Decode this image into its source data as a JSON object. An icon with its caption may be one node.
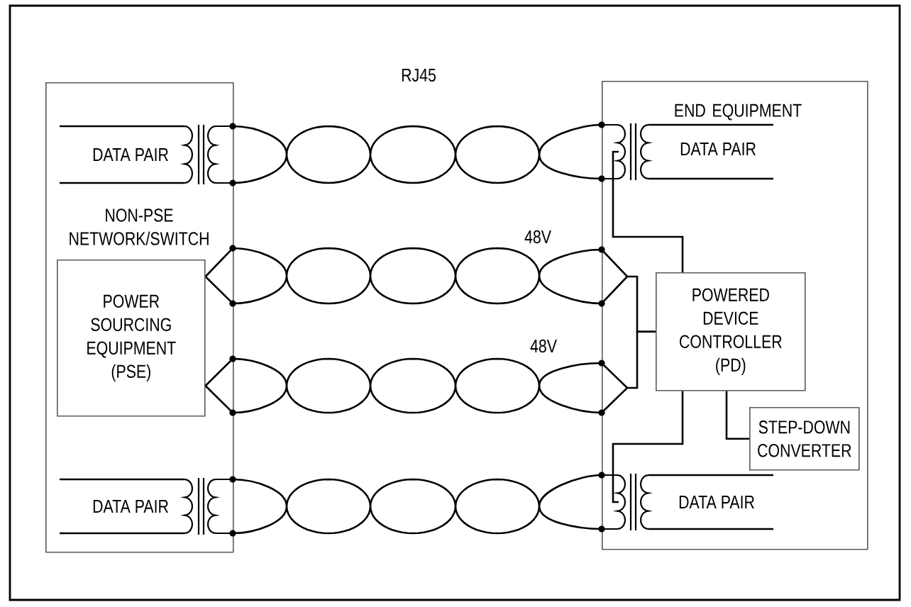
{
  "diagram": {
    "nodes": [
      {
        "text": [
          "NON-PSE NETWORK/SWITCH"
        ]
      },
      {
        "text": [
          "POWER SOURCING EQUIPMENT (PSE)"
        ],
        "in": 0
      },
      {
        "text": [
          "END EQUIPMENT"
        ]
      },
      {
        "text": [
          "POWERED DEVICE CONTROLLER (PD)"
        ],
        "in": 2
      },
      {
        "text": [
          "STEP-DOWN CONVERTER"
        ],
        "in": 2
      }
    ],
    "edges": [
      {
        "from": 1,
        "to": 3,
        "arrow": "none",
        "label": "48V"
      },
      {
        "from": 1,
        "to": 3,
        "arrow": "none",
        "label": "48V"
      },
      {
        "from": null,
        "to": 3,
        "arrow": "none"
      },
      {
        "from": 3,
        "to": null,
        "arrow": "none"
      },
      {
        "from": 3,
        "to": 4,
        "arrow": "none"
      }
    ],
    "labels": [
      "RJ45",
      "DATA PAIR",
      "DATA PAIR",
      "DATA PAIR",
      "DATA PAIR"
    ]
  }
}
